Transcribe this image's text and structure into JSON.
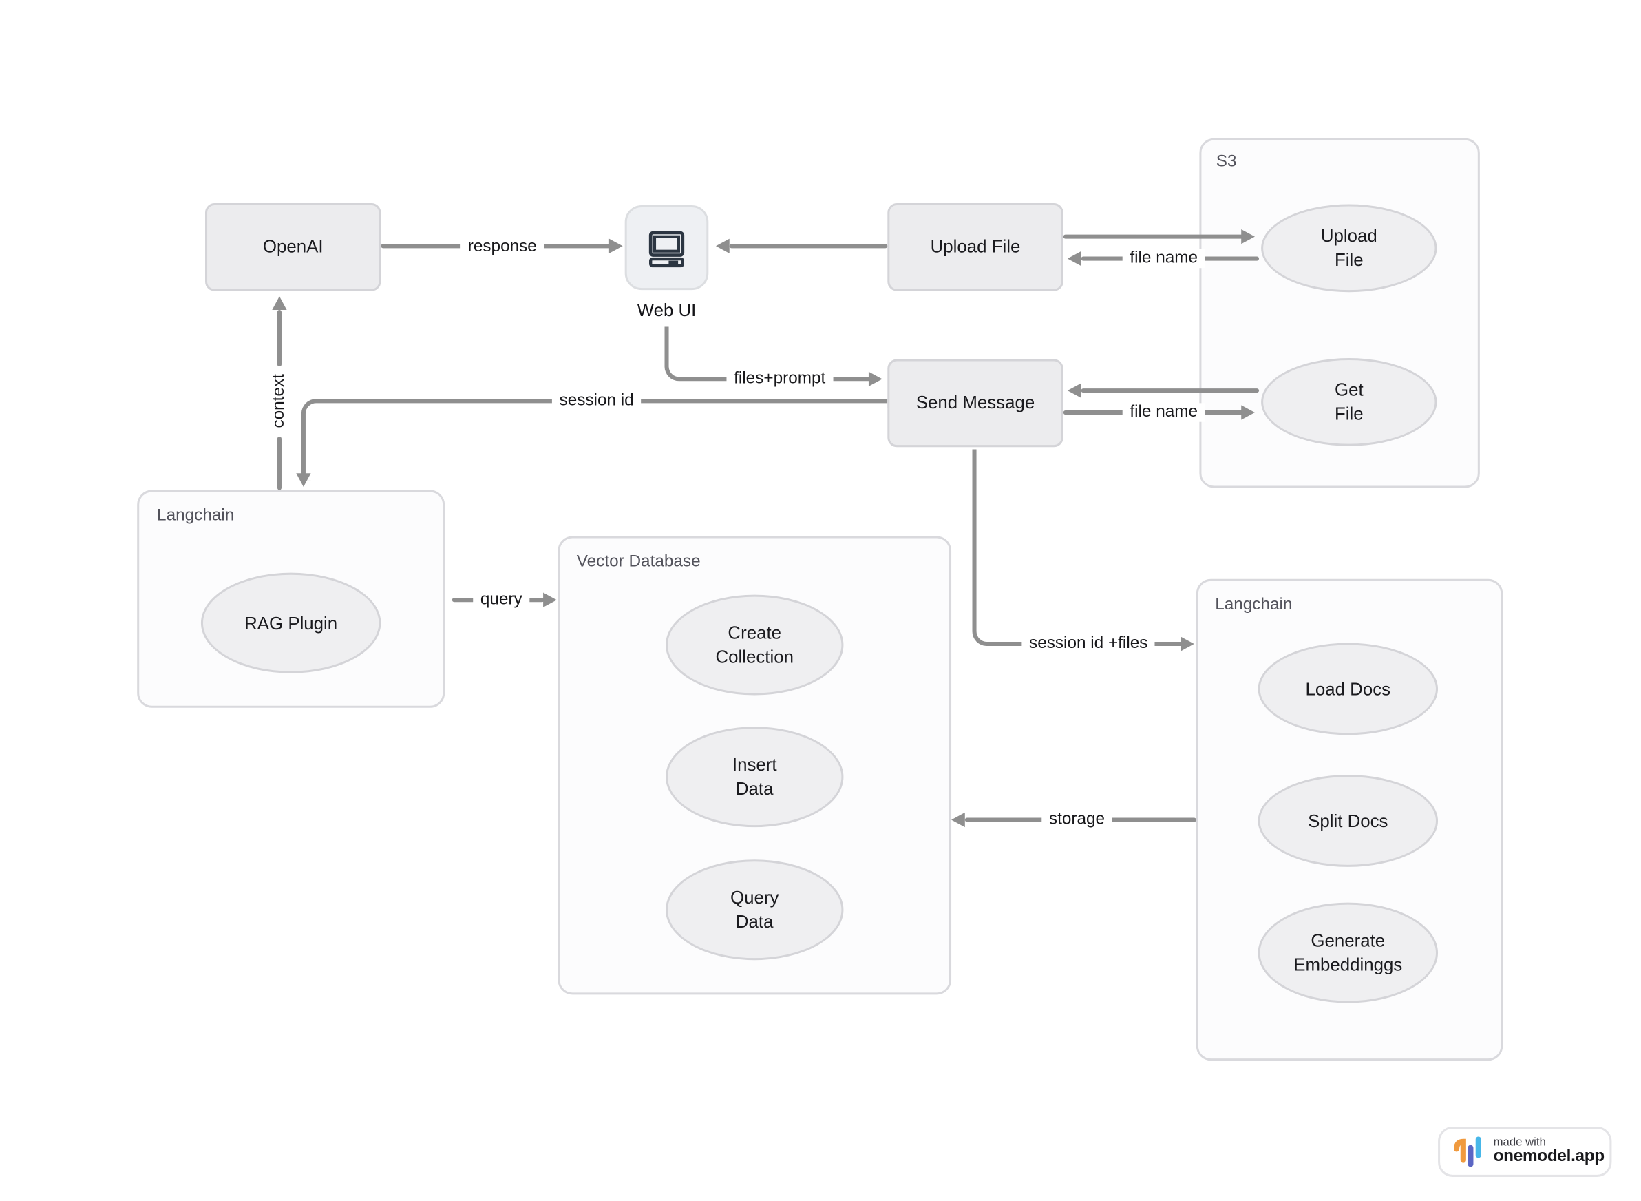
{
  "page": {
    "background": "#ffffff"
  },
  "colors": {
    "node_fill": "#ececee",
    "node_border": "#d4d4d8",
    "group_fill": "#fcfcfd",
    "group_border": "#d9d9dd",
    "edge_gray": "#8f8f8f",
    "text_dark": "#1a1a1e",
    "text_gray": "#52525b",
    "icon_stroke": "#2c3642",
    "logo_orange": "#f09a3e",
    "logo_indigo": "#5b66c4",
    "logo_blue": "#47b7e9"
  },
  "groups": {
    "s3": {
      "label": "S3"
    },
    "langchain_left": {
      "label": "Langchain"
    },
    "vector_database": {
      "label": "Vector Database"
    },
    "langchain_right": {
      "label": "Langchain"
    }
  },
  "nodes": {
    "openai": {
      "label": "OpenAI"
    },
    "web_ui": {
      "label": "Web UI",
      "icon": "computer-icon"
    },
    "upload_file": {
      "label": "Upload File"
    },
    "send_message": {
      "label": "Send Message"
    },
    "rag_plugin": {
      "label": "RAG Plugin"
    },
    "s3_upload_file": {
      "line1": "Upload",
      "line2": "File"
    },
    "s3_get_file": {
      "line1": "Get",
      "line2": "File"
    },
    "create_collection": {
      "line1": "Create",
      "line2": "Collection"
    },
    "insert_data": {
      "line1": "Insert",
      "line2": "Data"
    },
    "query_data": {
      "line1": "Query",
      "line2": "Data"
    },
    "load_docs": {
      "label": "Load Docs"
    },
    "split_docs": {
      "label": "Split Docs"
    },
    "generate_embeddings": {
      "line1": "Generate",
      "line2": "Embeddinggs"
    }
  },
  "edges": {
    "response": {
      "label": "response"
    },
    "context": {
      "label": "context"
    },
    "files_prompt": {
      "label": "files+prompt"
    },
    "session_id": {
      "label": "session id"
    },
    "file_name_upload": {
      "label": "file name"
    },
    "file_name_get": {
      "label": "file name"
    },
    "query": {
      "label": "query"
    },
    "session_id_files": {
      "label": "session id +files"
    },
    "storage": {
      "label": "storage"
    }
  },
  "badge": {
    "made_with": "made with",
    "brand": "onemodel.app"
  }
}
